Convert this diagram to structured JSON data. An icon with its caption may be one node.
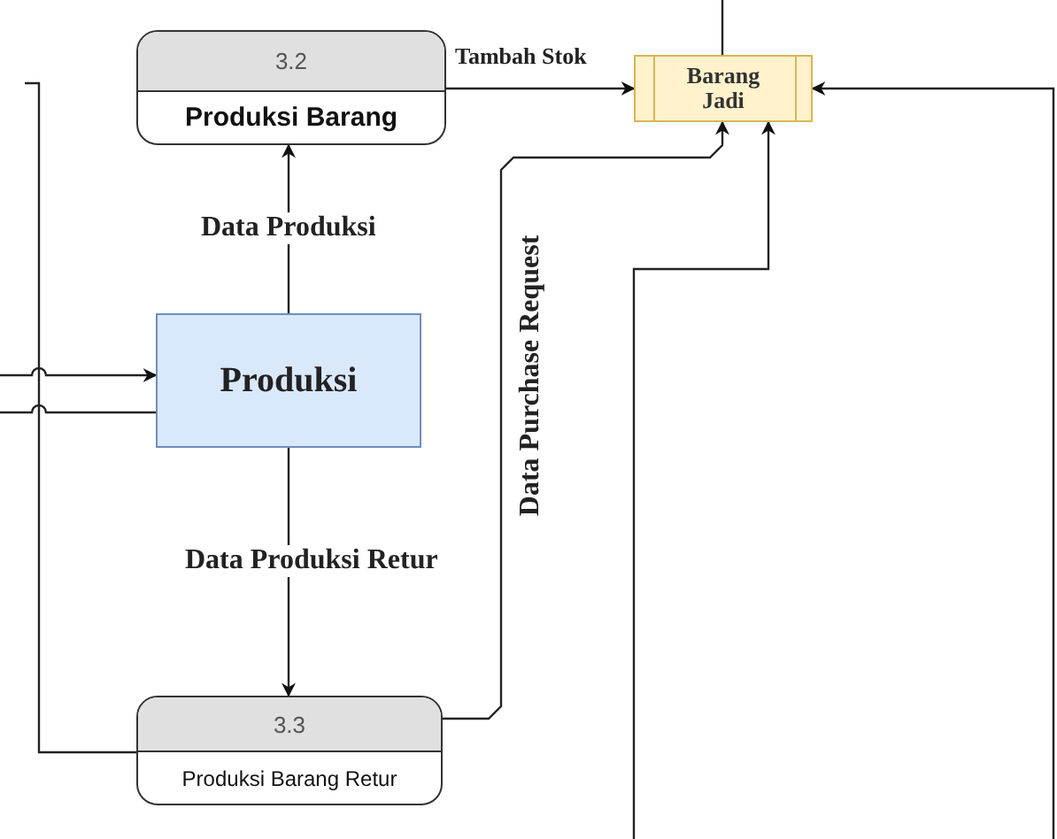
{
  "diagram": {
    "nodes": [
      {
        "text": [
          "3.2",
          "Produksi Barang"
        ]
      },
      {
        "text": [
          "Barang Jadi"
        ]
      },
      {
        "text": [
          "Produksi"
        ]
      },
      {
        "text": [
          "3.3",
          "Produksi Barang Retur"
        ]
      }
    ],
    "edges": [
      {
        "from": 2,
        "to": 0,
        "arrow": "to",
        "label": "Data Produksi"
      },
      {
        "from": 0,
        "to": 1,
        "arrow": "to",
        "label": "Tambah Stok"
      },
      {
        "from": 2,
        "to": 3,
        "arrow": "to",
        "label": "Data Produksi Retur"
      },
      {
        "from": 3,
        "to": 1,
        "arrow": "to",
        "label": "Data Purchase Request"
      },
      {
        "from": null,
        "to": 1,
        "arrow": "none"
      },
      {
        "from": null,
        "to": 1,
        "arrow": "to"
      },
      {
        "from": null,
        "to": 1,
        "arrow": "to"
      },
      {
        "from": null,
        "to": 2,
        "arrow": "to"
      },
      {
        "from": 2,
        "to": null,
        "arrow": "none"
      },
      {
        "from": null,
        "to": 3,
        "arrow": "none"
      }
    ]
  }
}
